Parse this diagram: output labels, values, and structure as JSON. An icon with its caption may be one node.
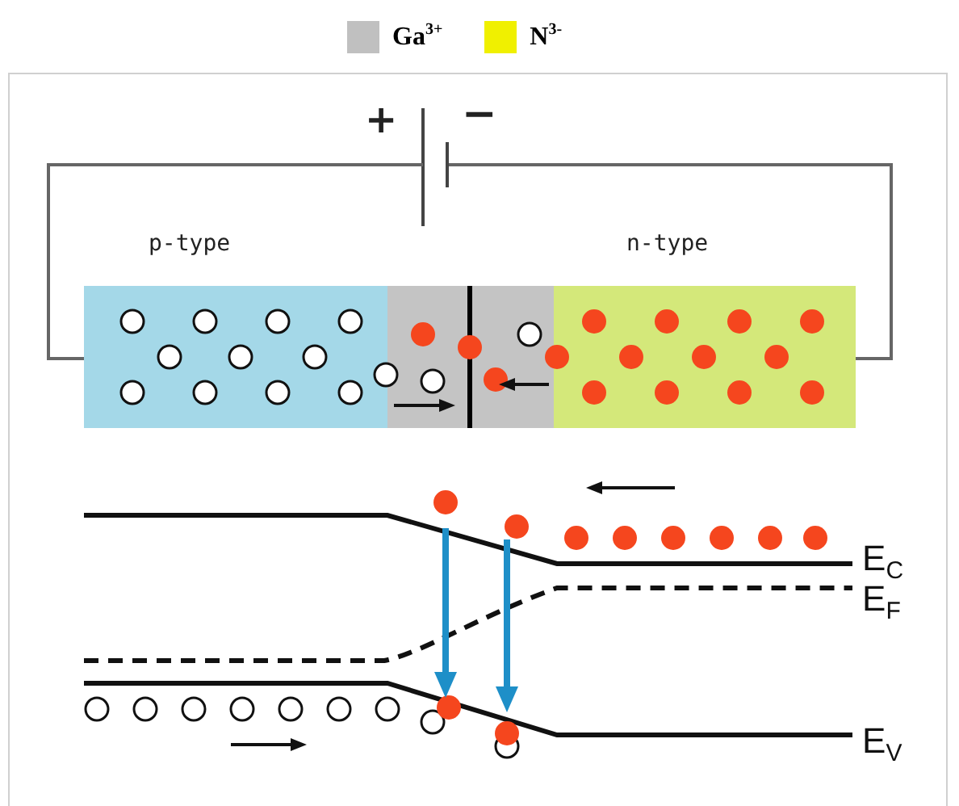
{
  "diagram": {
    "nodes": [
      {
        "text": [],
        "shape": "battery",
        "beside": [
          "+",
          "−"
        ]
      },
      {
        "text": [
          "p-type"
        ]
      },
      {
        "text": [],
        "shape": "box"
      },
      {
        "text": [
          "n-type"
        ]
      }
    ],
    "edges": [
      {
        "from": 1,
        "to": 0,
        "arrow": "none"
      },
      {
        "from": 0,
        "to": 3,
        "arrow": "none"
      }
    ],
    "labels": [
      "E$_{C}$",
      "E$_{F}$",
      "E$_{V}$"
    ],
    "legend": [
      {
        "text": "Ga$^{3+}$",
        "color": "#c0c0c0"
      },
      {
        "text": "N$^{3-}$",
        "color": "#f0f000"
      }
    ]
  }
}
